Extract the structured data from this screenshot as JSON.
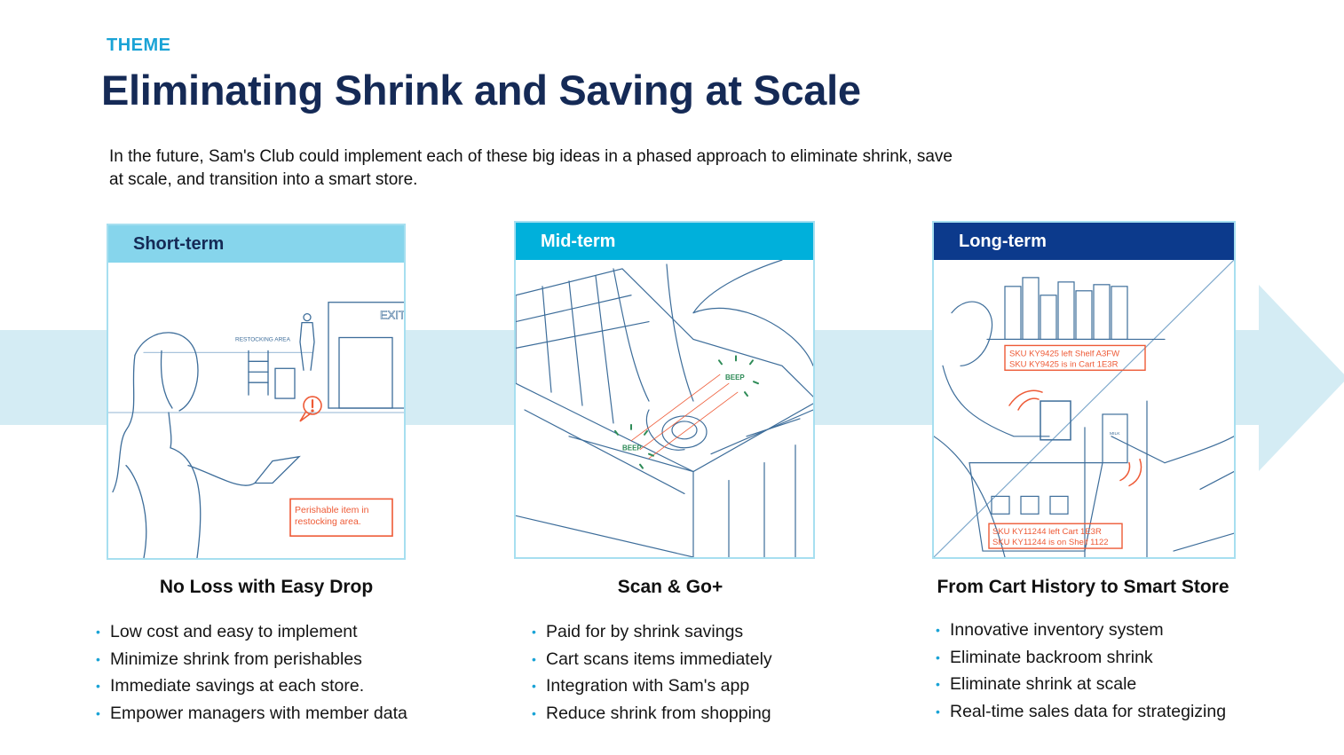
{
  "header": {
    "theme_label": "THEME",
    "title": "Eliminating Shrink and Saving at Scale",
    "intro": "In the future, Sam's Club could implement each of these big ideas in a phased approach to eliminate shrink, save at scale, and transition into a smart store."
  },
  "colors": {
    "accent": "#1aa3d6",
    "title_navy": "#152a56",
    "arrow_band": "#d4ecf4",
    "short_term_header": "#86d5ec",
    "mid_term_header": "#00b0db",
    "long_term_header": "#0c3a8c",
    "sketch_blue": "#3d6d9a",
    "alert_orange": "#ee5a36",
    "scan_green": "#2e8b57"
  },
  "columns": [
    {
      "phase": "Short-term",
      "title": "No Loss with Easy Drop",
      "illustration": {
        "sign": "EXIT",
        "area_label": "RESTOCKING AREA",
        "alert_icon": "exclamation-bubble-icon",
        "notification": "Perishable item in restocking area."
      },
      "bullets": [
        "Low cost and easy to implement",
        "Minimize shrink from perishables",
        "Immediate savings at each store.",
        "Empower managers with member data"
      ]
    },
    {
      "phase": "Mid-term",
      "title": "Scan & Go+",
      "illustration": {
        "beep_1": "BEEP",
        "beep_2": "BEEP"
      },
      "bullets": [
        "Paid for by shrink savings",
        "Cart scans items immediately",
        "Integration with Sam's app",
        "Reduce shrink from shopping"
      ]
    },
    {
      "phase": "Long-term",
      "title": "From Cart History to Smart Store",
      "illustration": {
        "tag_top_line1": "SKU KY9425 left Shelf A3FW",
        "tag_top_line2": "SKU KY9425 is in Cart 1E3R",
        "tag_bottom_line1": "SKU KY11244 left Cart 1E3R",
        "tag_bottom_line2": "SKU KY11244 is on Shelf 1122",
        "milk_label": "MILK"
      },
      "bullets": [
        "Innovative inventory system",
        "Eliminate backroom shrink",
        "Eliminate shrink at scale",
        "Real-time sales data for strategizing"
      ]
    }
  ]
}
